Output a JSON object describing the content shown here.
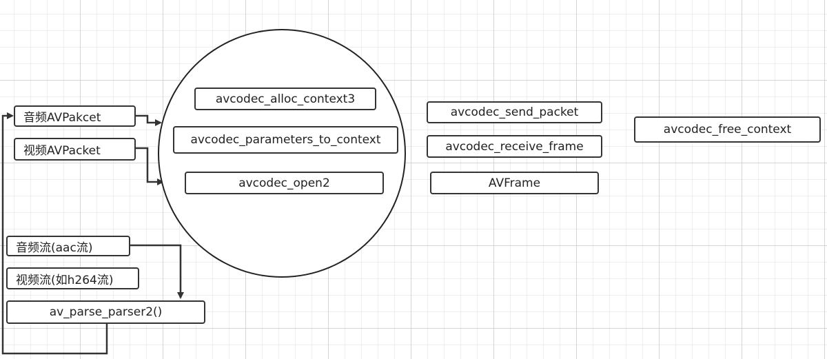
{
  "audio_packet": "音频AVPakcet",
  "video_packet": "视频AVPacket",
  "alloc_context": "avcodec_alloc_context3",
  "parameters_to_context": "avcodec_parameters_to_context",
  "open2": "avcodec_open2",
  "send_packet": "avcodec_send_packet",
  "receive_frame": "avcodec_receive_frame",
  "av_frame": "AVFrame",
  "free_context": "avcodec_free_context",
  "audio_stream": "音频流(aac流)",
  "video_stream": "视频流(如h264流)",
  "parse_parser": "av_parse_parser2()"
}
